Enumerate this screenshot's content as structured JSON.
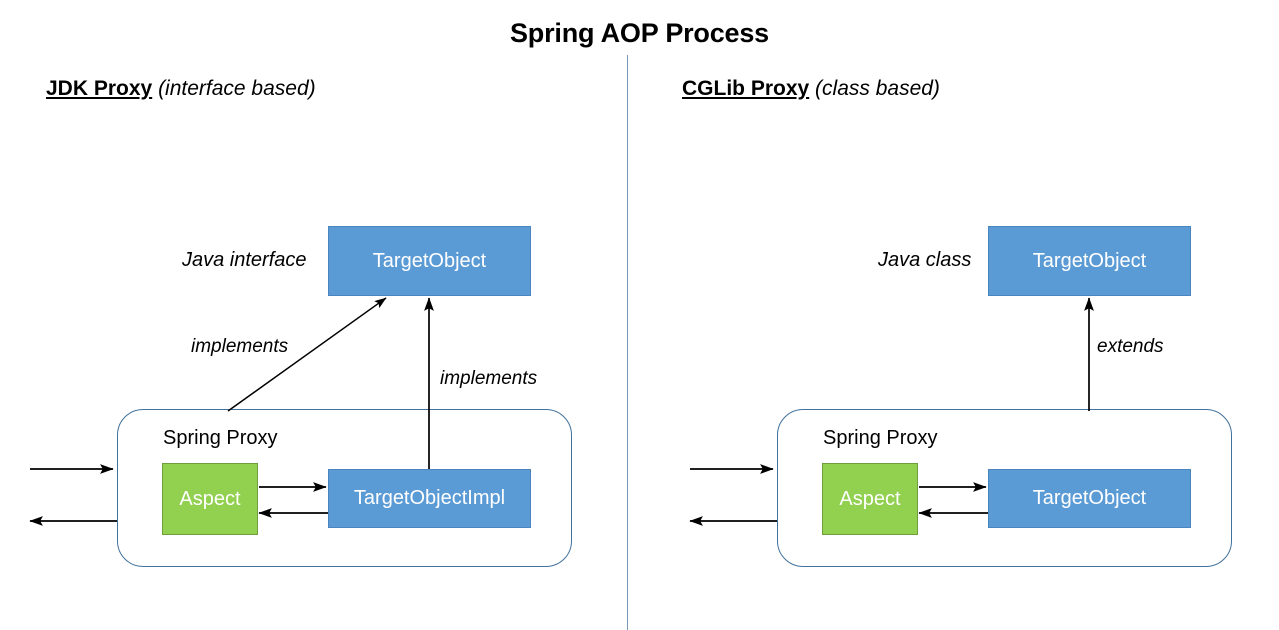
{
  "title": "Spring AOP Process",
  "divider_color": "#7b96b0",
  "palette": {
    "blue_fill": "#5b9bd5",
    "green_fill": "#92d050",
    "proxy_border": "#41719c",
    "arrow": "#000000"
  },
  "left_panel": {
    "heading_strong": "JDK Proxy",
    "heading_italic": "(interface based)",
    "target_box": "TargetObject",
    "target_side_label": "Java interface",
    "proxy_label": "Spring Proxy",
    "aspect_box": "Aspect",
    "impl_box": "TargetObjectImpl",
    "relation_diagonal": "implements",
    "relation_vertical": "implements"
  },
  "right_panel": {
    "heading_strong": "CGLib Proxy",
    "heading_italic": "(class based)",
    "target_box": "TargetObject",
    "target_side_label": "Java class",
    "proxy_label": "Spring Proxy",
    "aspect_box": "Aspect",
    "impl_box": "TargetObject",
    "relation_vertical": "extends"
  }
}
